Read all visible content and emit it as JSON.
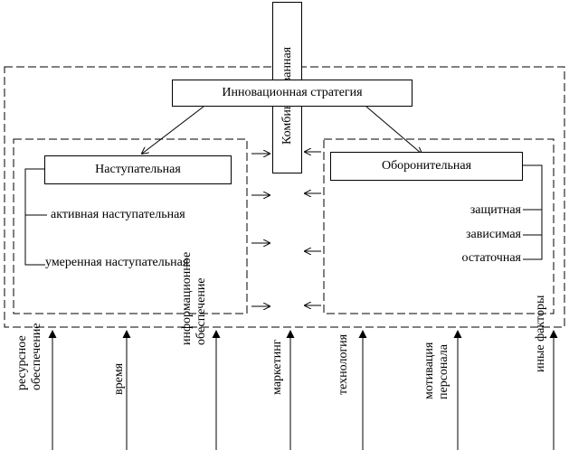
{
  "boxes": {
    "combined": "Комбинированная",
    "innovation": "Инновационная стратегия",
    "offensive": "Наступательная",
    "defensive": "Оборонительная"
  },
  "offensive_types": [
    "активная наступательная",
    "умеренная наступательная"
  ],
  "defensive_types": [
    "защитная",
    "зависимая",
    "остаточная"
  ],
  "factors": [
    {
      "line1": "ресурсное",
      "line2": "обеспечение"
    },
    {
      "line1": "время",
      "line2": ""
    },
    {
      "line1": "информационное",
      "line2": "обеспечение"
    },
    {
      "line1": "маркетинг",
      "line2": ""
    },
    {
      "line1": "технология",
      "line2": ""
    },
    {
      "line1": "мотивация",
      "line2": "персонала"
    },
    {
      "line1": "иные факторы",
      "line2": ""
    }
  ]
}
